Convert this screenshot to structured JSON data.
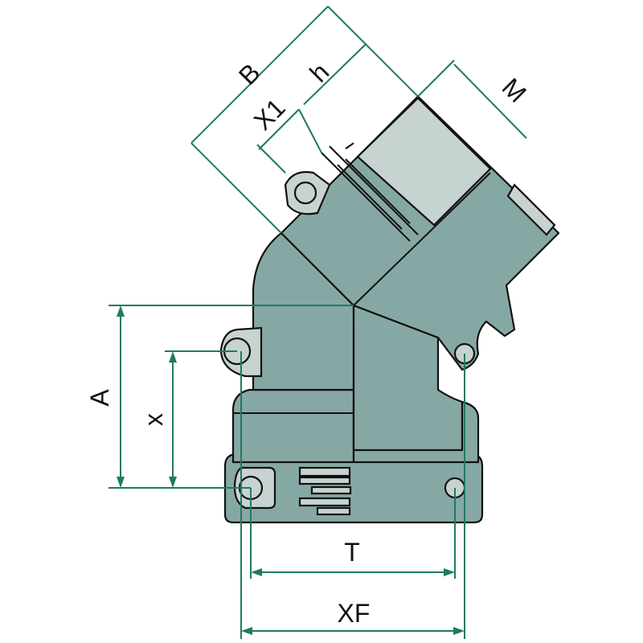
{
  "diagram": {
    "title": "45° angled connector dimension drawing",
    "labels": {
      "B": "B",
      "h": "h",
      "X1": "X1",
      "M": "M",
      "A": "A",
      "x": "x",
      "T": "T",
      "XF": "XF"
    },
    "colors": {
      "body": "#86a8a4",
      "cap": "#c6d3d0",
      "dimension": "#1f7a63",
      "outline": "#111111"
    }
  }
}
